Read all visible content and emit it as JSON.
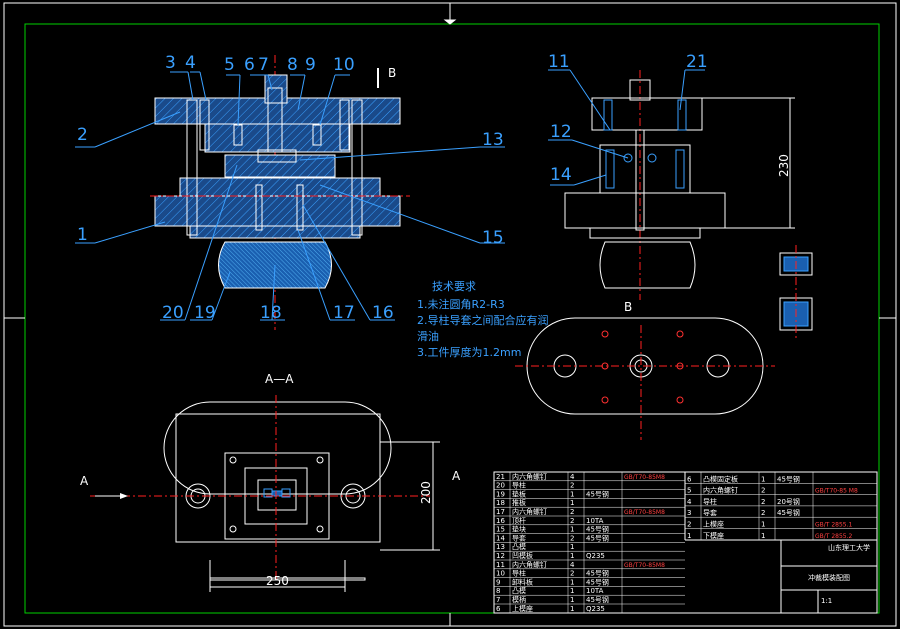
{
  "drawing": {
    "callouts": [
      "1",
      "2",
      "3",
      "4",
      "5",
      "6",
      "7",
      "8",
      "9",
      "10",
      "11",
      "12",
      "13",
      "14",
      "15",
      "16",
      "17",
      "18",
      "19",
      "20",
      "21"
    ],
    "view_b_marker": "B",
    "view_b_title": "B",
    "section_title": "A—A",
    "section_arrow_left": "A",
    "section_arrow_right": "A",
    "dim_230": "230",
    "dim_200": "200",
    "dim_250": "250",
    "tech_requirements": {
      "title": "技术要求",
      "items": [
        "1.未注圆角R2-R3",
        "2.导柱导套之间配合应有润",
        "滑油",
        "3.工件厚度为1.2mm"
      ]
    }
  },
  "title_block": {
    "bom_left": [
      {
        "no": "21",
        "name": "内六角螺钉",
        "qty": "4",
        "material": "",
        "note": "GB/T70-85M8"
      },
      {
        "no": "20",
        "name": "导柱",
        "qty": "2",
        "material": "",
        "note": ""
      },
      {
        "no": "19",
        "name": "垫板",
        "qty": "1",
        "material": "45号钢",
        "note": ""
      },
      {
        "no": "18",
        "name": "推板",
        "qty": "1",
        "material": "",
        "note": ""
      },
      {
        "no": "17",
        "name": "内六角螺钉",
        "qty": "2",
        "material": "",
        "note": "GB/T70-85M8"
      },
      {
        "no": "16",
        "name": "顶杆",
        "qty": "2",
        "material": "10TA",
        "note": ""
      },
      {
        "no": "15",
        "name": "垫块",
        "qty": "1",
        "material": "45号钢",
        "note": ""
      },
      {
        "no": "14",
        "name": "导套",
        "qty": "2",
        "material": "45号钢",
        "note": ""
      },
      {
        "no": "13",
        "name": "凸模",
        "qty": "1",
        "material": "",
        "note": ""
      },
      {
        "no": "12",
        "name": "凹模板",
        "qty": "1",
        "material": "Q235",
        "note": ""
      },
      {
        "no": "11",
        "name": "内六角螺钉",
        "qty": "4",
        "material": "",
        "note": "GB/T70-85M8"
      },
      {
        "no": "10",
        "name": "导柱",
        "qty": "2",
        "material": "45号钢",
        "note": ""
      },
      {
        "no": "9",
        "name": "卸料板",
        "qty": "1",
        "material": "45号钢",
        "note": ""
      },
      {
        "no": "8",
        "name": "凸模",
        "qty": "1",
        "material": "10TA",
        "note": ""
      },
      {
        "no": "7",
        "name": "模柄",
        "qty": "1",
        "material": "45号钢",
        "note": ""
      },
      {
        "no": "6",
        "name": "上模座",
        "qty": "1",
        "material": "Q235",
        "note": ""
      }
    ],
    "bom_right": [
      {
        "no": "6",
        "name": "凸模固定板",
        "qty": "1",
        "material": "45号钢",
        "note": ""
      },
      {
        "no": "5",
        "name": "内六角螺钉",
        "qty": "2",
        "material": "",
        "note": "GB/T70-85 M8"
      },
      {
        "no": "4",
        "name": "导柱",
        "qty": "2",
        "material": "20号钢",
        "note": ""
      },
      {
        "no": "3",
        "name": "导套",
        "qty": "2",
        "material": "45号钢",
        "note": ""
      },
      {
        "no": "2",
        "name": "上模座",
        "qty": "1",
        "material": "",
        "note": "GB/T 2855.1"
      },
      {
        "no": "1",
        "name": "下模座",
        "qty": "1",
        "material": "",
        "note": "GB/T 2855.2"
      }
    ],
    "school": "山东理工大学",
    "drawing_name": "冲裁模装配图",
    "scale_ratio": "1:1"
  }
}
